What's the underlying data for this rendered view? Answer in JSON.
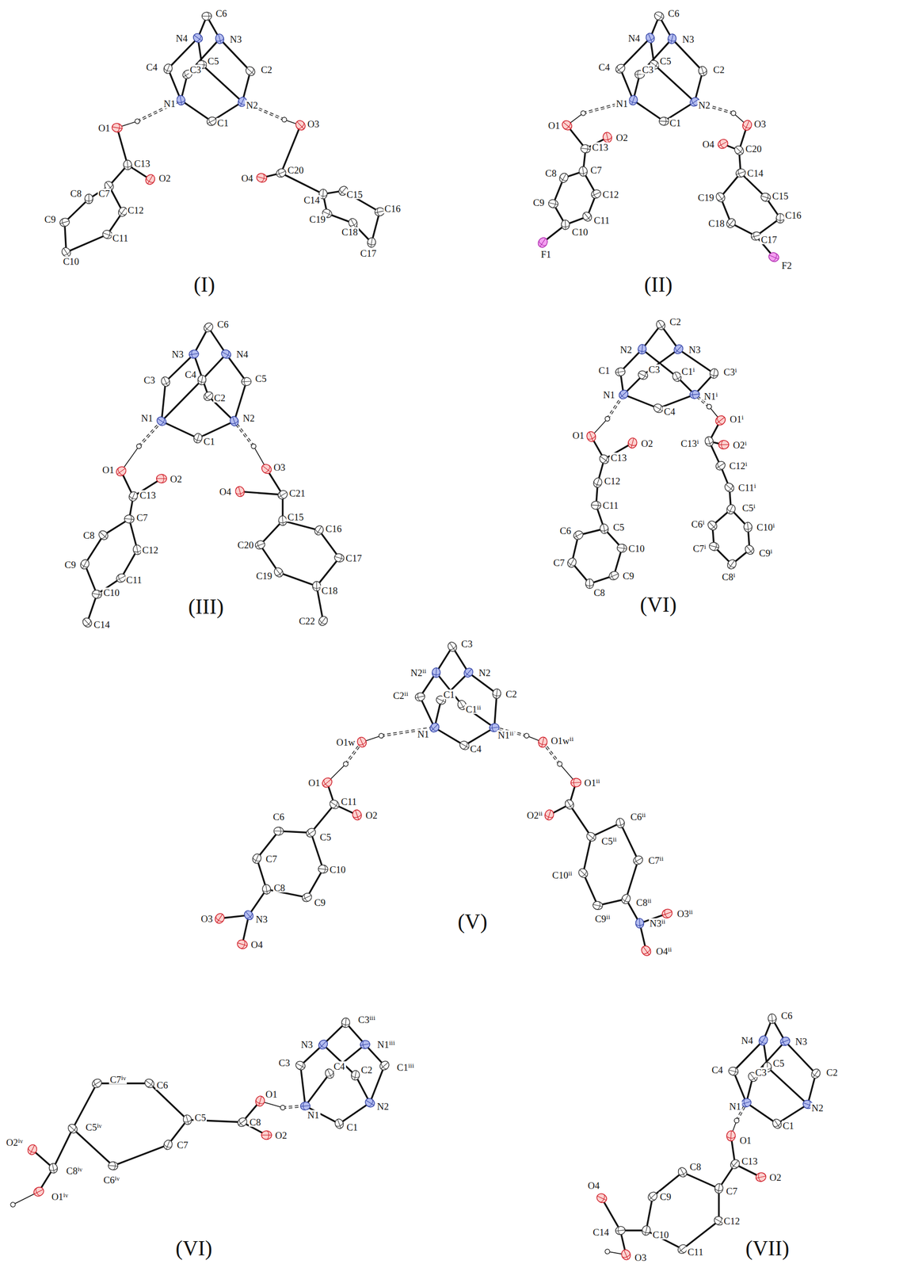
{
  "diagram": {
    "labels": [
      "C6",
      "N4",
      "N3",
      "C4",
      "C3",
      "C5",
      "C2",
      "N1",
      "N2",
      "C1",
      "O1",
      "O3",
      "C13",
      "O2",
      "C20",
      "O4",
      "C7",
      "C8",
      "C12",
      "C9",
      "C11",
      "C10",
      "C14",
      "C15",
      "C16",
      "C19",
      "C18",
      "C17",
      "(I)",
      "C6",
      "N4",
      "N3",
      "C4",
      "C3",
      "C5",
      "C2",
      "N1",
      "N2",
      "C1",
      "O1",
      "O2",
      "O3",
      "O4",
      "C13",
      "C20",
      "C7",
      "C8",
      "C12",
      "C9",
      "C11",
      "C10",
      "F1",
      "C14",
      "C15",
      "C19",
      "C16",
      "C18",
      "C17",
      "F2",
      "(II)",
      "C6",
      "N3",
      "N4",
      "C3",
      "C4",
      "C2",
      "C5",
      "N1",
      "N2",
      "C1",
      "O1",
      "O2",
      "O3",
      "O4",
      "C13",
      "C21",
      "C7",
      "C8",
      "C12",
      "C9",
      "C11",
      "C10",
      "C14",
      "C15",
      "C16",
      "C20",
      "C17",
      "C19",
      "C18",
      "C22",
      "(III)",
      "C2",
      "N2",
      "N3",
      "C1",
      "C3",
      "C1ⁱ",
      "C3ⁱ",
      "N1",
      "N1ⁱ",
      "C4",
      "O1",
      "O2",
      "O1ⁱ",
      "O2ⁱ",
      "C13",
      "C13ⁱ",
      "C12",
      "C12ⁱ",
      "C11",
      "C11ⁱ",
      "C5",
      "C5ⁱ",
      "C6",
      "C10",
      "C6ⁱ",
      "C10ⁱ",
      "C7",
      "C9",
      "C7ⁱ",
      "C9ⁱ",
      "C8",
      "C8ⁱ",
      "(VI)",
      "C3",
      "N2ⁱⁱ",
      "N2",
      "C2ⁱⁱ",
      "C1",
      "C1ⁱⁱ",
      "C2",
      "N1",
      "N1ⁱⁱ",
      "C4",
      "O1w",
      "O1wⁱⁱ",
      "O1",
      "O1ⁱⁱ",
      "C11",
      "O2",
      "O2ⁱⁱ",
      "C5",
      "C6",
      "C5ⁱⁱ",
      "C6ⁱⁱ",
      "C7",
      "C7ⁱⁱ",
      "C10",
      "C10ⁱⁱ",
      "C8",
      "C8ⁱⁱ",
      "C9",
      "C9ⁱⁱ",
      "N3",
      "N3ⁱⁱ",
      "O3",
      "O3ⁱⁱ",
      "O4",
      "O4ⁱⁱ",
      "(V)",
      "C3ⁱⁱⁱ",
      "N3",
      "N1ⁱⁱⁱ",
      "C3",
      "C4",
      "C2",
      "C1ⁱⁱⁱ",
      "N1",
      "N2",
      "C1",
      "O1",
      "C8",
      "O2",
      "C6",
      "C5",
      "C7",
      "C7ⁱᵛ",
      "C6ⁱᵛ",
      "C5ⁱᵛ",
      "C8ⁱᵛ",
      "O2ⁱᵛ",
      "O1ⁱᵛ",
      "(VI)",
      "C6",
      "N4",
      "N3",
      "C4",
      "C3",
      "C5",
      "C2",
      "N1",
      "N2",
      "C1",
      "O1",
      "C13",
      "O2",
      "O4",
      "C8",
      "C7",
      "C9",
      "C14",
      "C12",
      "O3",
      "C10",
      "C11",
      "(VII)"
    ]
  }
}
